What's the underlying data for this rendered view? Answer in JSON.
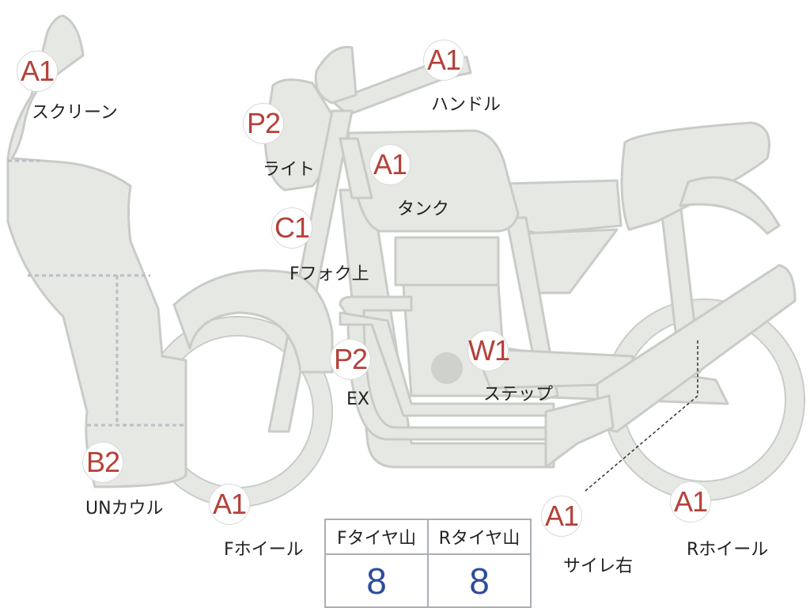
{
  "parts": [
    {
      "id": "screen",
      "badge": "A1",
      "label": "スクリーン"
    },
    {
      "id": "handle",
      "badge": "A1",
      "label": "ハンドル"
    },
    {
      "id": "light",
      "badge": "P2",
      "label": "ライト"
    },
    {
      "id": "tank",
      "badge": "A1",
      "label": "タンク"
    },
    {
      "id": "fork-upper",
      "badge": "C1",
      "label": "Fフォク上"
    },
    {
      "id": "ex",
      "badge": "P2",
      "label": "EX"
    },
    {
      "id": "step",
      "badge": "W1",
      "label": "ステップ"
    },
    {
      "id": "under-cowl",
      "badge": "B2",
      "label": "UNカウル"
    },
    {
      "id": "front-wheel",
      "badge": "A1",
      "label": "Fホイール"
    },
    {
      "id": "muffler-right",
      "badge": "A1",
      "label": "サイレ右"
    },
    {
      "id": "rear-wheel",
      "badge": "A1",
      "label": "Rホイール"
    }
  ],
  "tire_tread": {
    "front_label": "Fタイヤ山",
    "rear_label": "Rタイヤ山",
    "front_value": "8",
    "rear_value": "8"
  },
  "colors": {
    "body_fill": "#e6e8e3",
    "outline": "#c9ccc6",
    "badge_text": "#b5413a",
    "value_text": "#2d4d9c",
    "table_border": "#a9aeb6"
  }
}
